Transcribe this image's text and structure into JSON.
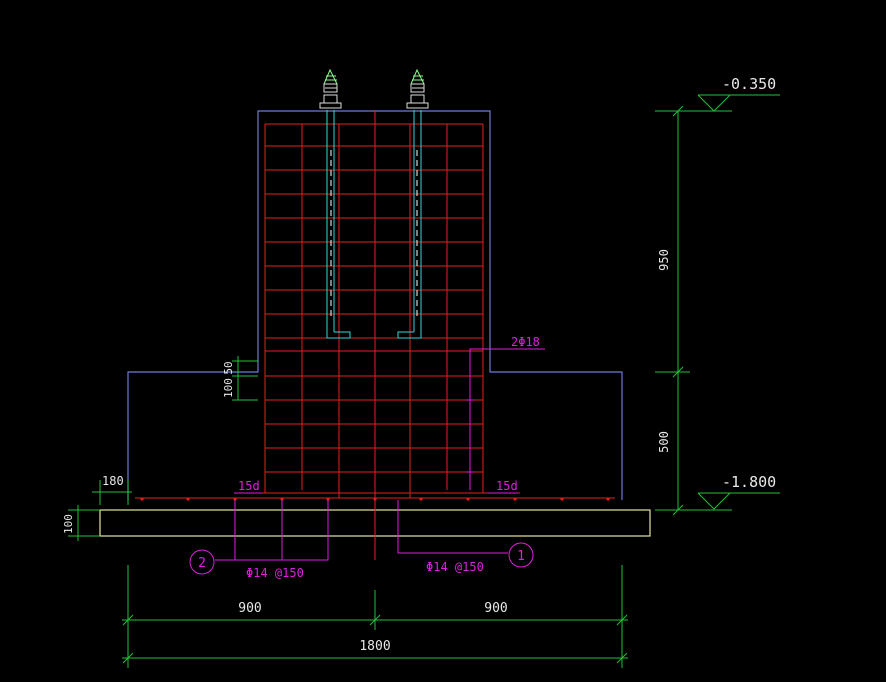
{
  "elevations": {
    "top": "-0.350",
    "bottom": "-1.800"
  },
  "dims": {
    "upper_height": "950",
    "lower_height": "500",
    "left_half": "900",
    "right_half": "900",
    "total_width": "1800",
    "offset": "180",
    "pad_thickness": "100",
    "step_a": "50",
    "step_b": "100"
  },
  "rebar": {
    "anchor_left": "15d",
    "anchor_right": "15d",
    "top_bars": "2Φ18",
    "bottom_bars_2": "Φ14 @150",
    "bottom_bars_1": "Φ14 @150"
  },
  "markers": {
    "m1": "1",
    "m2": "2"
  },
  "colors": {
    "concrete": "#6b7cd6",
    "rebar": "#e0201e",
    "dimension": "#22c23a",
    "annotation": "#e01ee0",
    "bolt": "#33d6d6",
    "pad": "#e6e6a0",
    "text": "#e8e8e8"
  }
}
